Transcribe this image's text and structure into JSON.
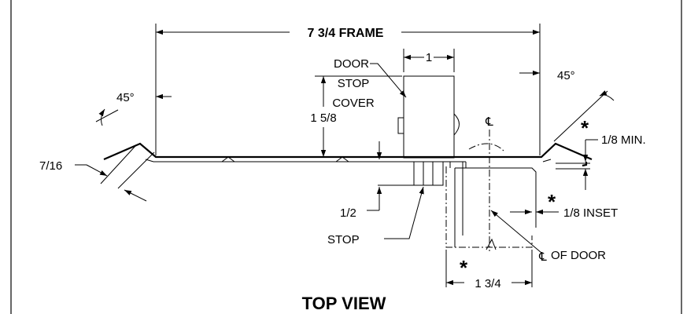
{
  "labels": {
    "frame": "7 3/4 FRAME",
    "door_stop_cover": [
      "DOOR",
      "STOP",
      "COVER"
    ],
    "cover_width": "1",
    "cover_height": "1 5/8",
    "angle_left": "45°",
    "angle_right": "45°",
    "return_depth": "7/16",
    "min_clearance": "1/8 MIN.",
    "inset": "1/8 INSET",
    "stop_height": "1/2",
    "stop": "STOP",
    "center_of_door": "OF DOOR",
    "door_width": "1 3/4",
    "centerline_symbol": "℄",
    "asterisk": "*",
    "title": "TOP VIEW"
  }
}
